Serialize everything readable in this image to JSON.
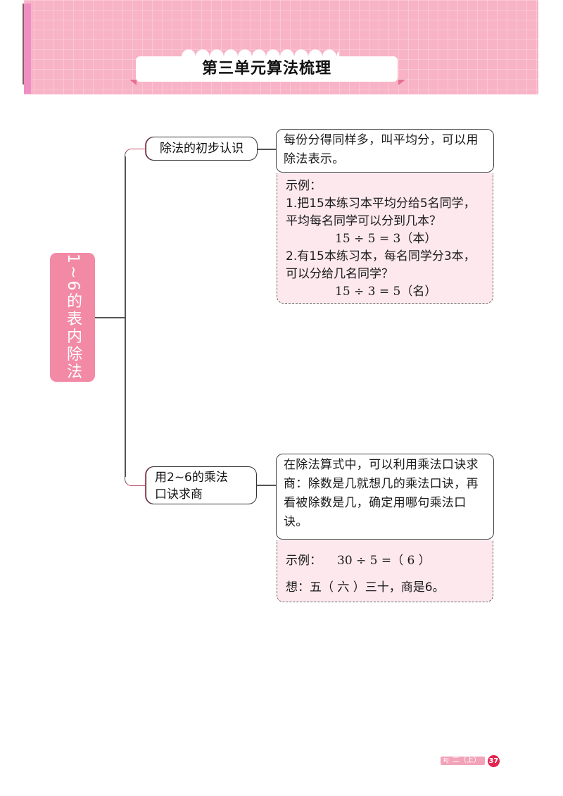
{
  "header": {
    "title": "第三单元算法梳理",
    "banner_color": "#f8b3c6"
  },
  "mindmap": {
    "root": {
      "label": "1~6的表内除法",
      "color": "#f28aa6"
    },
    "branches": [
      {
        "label": "除法的初步认识",
        "definition": "每份分得同样多，叫平均分，可以用除法表示。",
        "example": {
          "heading": "示例：",
          "items": [
            {
              "question": "1.把15本练习本平均分给5名同学，平均每名同学可以分到几本？",
              "equation": "15 ÷ 5 = 3（本）"
            },
            {
              "question": "2.有15本练习本，每名同学分3本，可以分给几名同学？",
              "equation": "15 ÷ 3 = 5（名）"
            }
          ]
        }
      },
      {
        "label_line1": "用2~6的乘法",
        "label_line2": "口诀求商",
        "definition": "在除法算式中，可以利用乘法口诀求商：除数是几就想几的乘法口诀，再看被除数是几，确定用哪句乘法口诀。",
        "example": {
          "heading": "示例：",
          "equation": "30 ÷ 5 =（ 6 ）",
          "thought_label": "想：",
          "thought": "五（ 六 ）三十，商是6。"
        }
      }
    ]
  },
  "footer": {
    "edition": "RJ",
    "grade": "二（上）",
    "page_number": "37",
    "accent": "#e2254e"
  }
}
